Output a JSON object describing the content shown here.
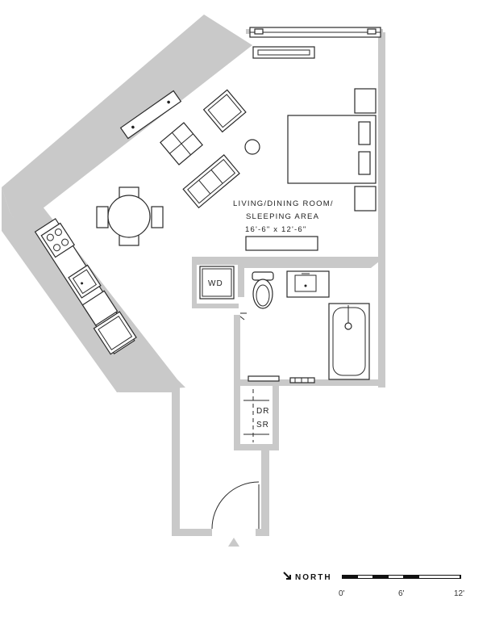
{
  "rooms": {
    "living_line1": "LIVING/DINING ROOM/",
    "living_line2": "SLEEPING AREA",
    "living_dims": "16'-6\" x 12'-6\"",
    "washer_dryer": "WD",
    "closet_dr": "DR",
    "closet_sr": "SR"
  },
  "compass": {
    "arrow_icon": "north-arrow-icon",
    "label": "NORTH"
  },
  "scale": {
    "ticks": [
      "0'",
      "6'",
      "12'"
    ]
  },
  "colors": {
    "wall": "#c9c9c9",
    "line": "#2a2a2a"
  }
}
